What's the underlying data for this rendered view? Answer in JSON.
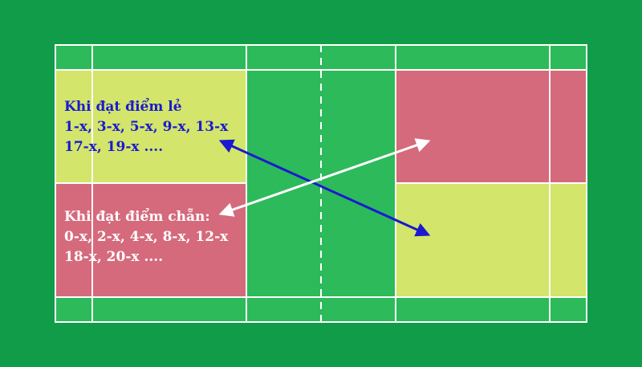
{
  "colors": {
    "background": "#109c48",
    "court": "#2dba5a",
    "odd_zone": "#d3e56a",
    "even_zone": "#d56a7c",
    "lines": "#ffffff",
    "odd_arrow": "#1a1ad0",
    "even_arrow": "#ffffff"
  },
  "odd_score": {
    "title": "Khi đạt điểm lẻ",
    "line1": "1-x, 3-x, 5-x, 9-x, 13-x",
    "line2": "17-x, 19-x ...."
  },
  "even_score": {
    "title": "Khi đạt điểm chẵn:",
    "line1": "0-x, 2-x, 4-x, 8-x, 12-x",
    "line2": "18-x, 20-x ...."
  }
}
